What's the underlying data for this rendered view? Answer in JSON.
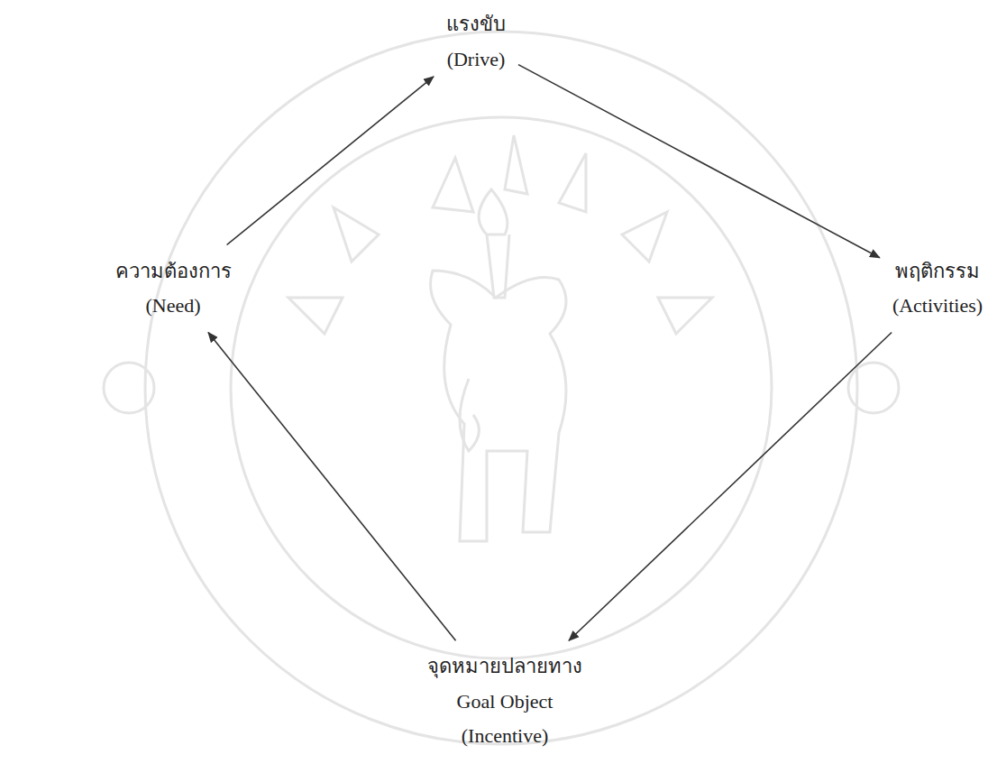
{
  "diagram": {
    "nodes": [
      {
        "text": [
          "แรงขับ",
          "(Drive)"
        ]
      },
      {
        "text": [
          "ความต้องการ",
          "(Need)"
        ]
      },
      {
        "text": [
          "พฤติกรรม",
          "(Activities)"
        ]
      },
      {
        "text": [
          "จุดหมายปลายทาง",
          "Goal Object",
          "(Incentive)"
        ]
      }
    ],
    "edges": [
      {
        "from": 1,
        "to": 0,
        "arrow": "to"
      },
      {
        "from": 0,
        "to": 2,
        "arrow": "to"
      },
      {
        "from": 2,
        "to": 3,
        "arrow": "to"
      },
      {
        "from": 3,
        "to": 1,
        "arrow": "to"
      }
    ]
  }
}
